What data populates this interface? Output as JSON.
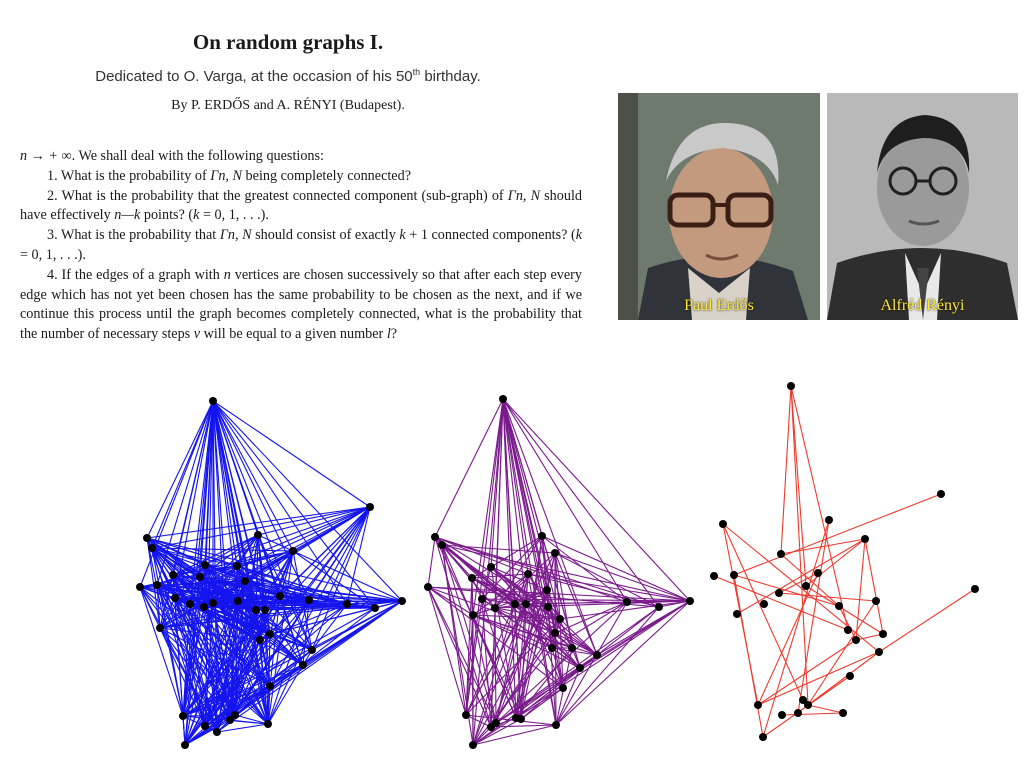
{
  "paper": {
    "title": "On random graphs I.",
    "dedication_pre": "Dedicated to O. Varga, at the occasion of his 50",
    "dedication_sup": "th",
    "dedication_post": " birthday.",
    "authors": "By P. ERDŐS and A. RÉNYI (Budapest).",
    "paragraphs": [
      {
        "id": "intro",
        "runs": [
          {
            "t": "n → + ∞",
            "math": true
          },
          {
            "t": ". We shall deal with the following questions:"
          }
        ]
      },
      {
        "id": "q1",
        "runs": [
          {
            "t": "1. What is the probability of "
          },
          {
            "t": "Γn, N",
            "math": true
          },
          {
            "t": " being completely connected?"
          }
        ]
      },
      {
        "id": "q2",
        "runs": [
          {
            "t": "2. What is the probability that the greatest connected component (sub-graph) of "
          },
          {
            "t": "Γn, N",
            "math": true
          },
          {
            "t": " should have effectively "
          },
          {
            "t": "n—k",
            "math": true
          },
          {
            "t": " points? ("
          },
          {
            "t": "k",
            "math": true
          },
          {
            "t": " = 0, 1, . . .)."
          }
        ]
      },
      {
        "id": "q3",
        "runs": [
          {
            "t": "3. What is the probability that "
          },
          {
            "t": "Γn, N",
            "math": true
          },
          {
            "t": " should consist of exactly "
          },
          {
            "t": "k",
            "math": true
          },
          {
            "t": " + 1 connected components? ("
          },
          {
            "t": "k",
            "math": true
          },
          {
            "t": " = 0, 1, . . .)."
          }
        ]
      },
      {
        "id": "q4",
        "runs": [
          {
            "t": "4. If the edges of a graph with "
          },
          {
            "t": "n",
            "math": true
          },
          {
            "t": " vertices are chosen successively so that after each step every edge which has not yet been chosen has the same probability to be chosen as the next, and if we continue this process until the graph becomes completely connected, what is the probability that the number of necessary steps "
          },
          {
            "t": "ν",
            "math": true
          },
          {
            "t": " will be equal to a given number "
          },
          {
            "t": "l",
            "math": true
          },
          {
            "t": "?"
          }
        ]
      }
    ]
  },
  "photos": [
    {
      "caption": "Paul Erdős"
    },
    {
      "caption": "Alfréd Rényi"
    }
  ],
  "graphs": {
    "colors": {
      "dense": "#1414ee",
      "medium": "#7a1a8c",
      "sparse": "#ee3a2e",
      "vertex": "#000000"
    },
    "edge_probability": [
      0.55,
      0.33,
      0.08
    ]
  }
}
